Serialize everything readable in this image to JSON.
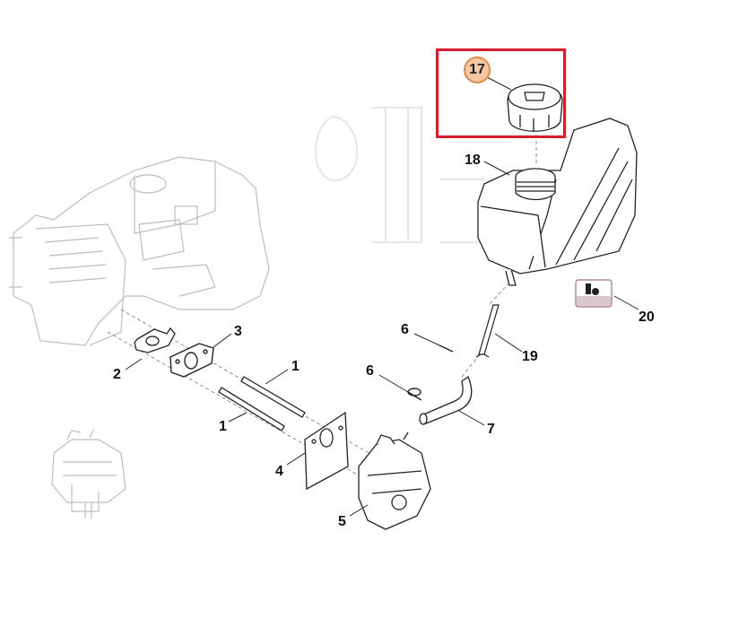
{
  "diagram": {
    "highlighted_part": "17",
    "highlight_color": "#d81e2c",
    "callout_color": "#f6c8a4",
    "part_labels": [
      "17",
      "18",
      "20",
      "6",
      "19",
      "6",
      "7",
      "3",
      "2",
      "1",
      "1",
      "4",
      "5"
    ]
  }
}
